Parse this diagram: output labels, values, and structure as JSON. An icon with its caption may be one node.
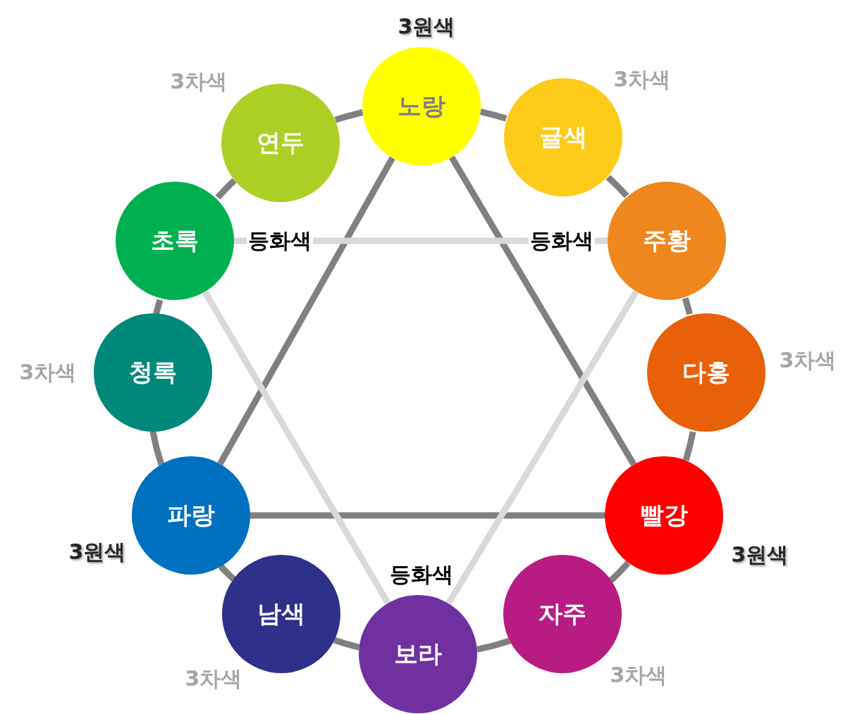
{
  "diagram": {
    "nodes": [
      {
        "text": [
          "노랑"
        ],
        "beside": [
          "3원색"
        ]
      },
      {
        "text": [
          "귤색"
        ],
        "beside": [
          "3차색"
        ]
      },
      {
        "text": [
          "주황"
        ],
        "beside": [
          "등화색"
        ]
      },
      {
        "text": [
          "다홍"
        ],
        "beside": [
          "3차색"
        ]
      },
      {
        "text": [
          "빨강"
        ],
        "beside": [
          "3원색"
        ]
      },
      {
        "text": [
          "자주"
        ],
        "beside": [
          "3차색"
        ]
      },
      {
        "text": [
          "보라"
        ],
        "beside": [
          "등화색"
        ]
      },
      {
        "text": [
          "남색"
        ],
        "beside": [
          "3차색"
        ]
      },
      {
        "text": [
          "파랑"
        ],
        "beside": [
          "3원색"
        ]
      },
      {
        "text": [
          "청록"
        ],
        "beside": [
          "3차색"
        ]
      },
      {
        "text": [
          "초록"
        ],
        "beside": [
          "등화색"
        ]
      },
      {
        "text": [
          "연두"
        ],
        "beside": [
          "3차색"
        ]
      }
    ],
    "edges": [
      {
        "from": 0,
        "to": 1,
        "arrow": "none"
      },
      {
        "from": 1,
        "to": 2,
        "arrow": "none"
      },
      {
        "from": 2,
        "to": 3,
        "arrow": "none"
      },
      {
        "from": 3,
        "to": 4,
        "arrow": "none"
      },
      {
        "from": 4,
        "to": 5,
        "arrow": "none"
      },
      {
        "from": 5,
        "to": 6,
        "arrow": "none"
      },
      {
        "from": 6,
        "to": 7,
        "arrow": "none"
      },
      {
        "from": 7,
        "to": 8,
        "arrow": "none"
      },
      {
        "from": 8,
        "to": 9,
        "arrow": "none"
      },
      {
        "from": 9,
        "to": 10,
        "arrow": "none"
      },
      {
        "from": 10,
        "to": 11,
        "arrow": "none"
      },
      {
        "from": 11,
        "to": 0,
        "arrow": "none"
      },
      {
        "from": 0,
        "to": 4,
        "arrow": "none"
      },
      {
        "from": 4,
        "to": 8,
        "arrow": "none"
      },
      {
        "from": 8,
        "to": 0,
        "arrow": "none"
      },
      {
        "from": 10,
        "to": 2,
        "arrow": "none",
        "color": "#d9d9d9"
      },
      {
        "from": 2,
        "to": 6,
        "arrow": "none",
        "color": "#d9d9d9"
      },
      {
        "from": 6,
        "to": 10,
        "arrow": "none",
        "color": "#d9d9d9"
      }
    ]
  }
}
